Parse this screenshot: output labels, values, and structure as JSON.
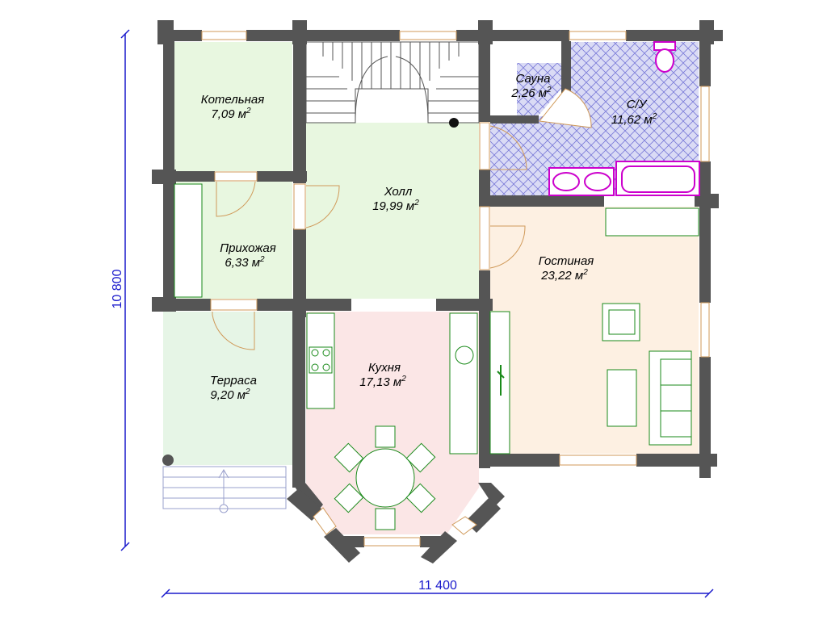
{
  "rooms": {
    "boiler": {
      "name": "Котельная",
      "area": "7,09 м"
    },
    "hall": {
      "name": "Холл",
      "area": "19,99 м"
    },
    "sauna": {
      "name": "Сауна",
      "area": "2,26 м"
    },
    "bathroom": {
      "name": "С/У",
      "area": "11,62 м"
    },
    "entrance": {
      "name": "Прихожая",
      "area": "6,33 м"
    },
    "living": {
      "name": "Гостиная",
      "area": "23,22 м"
    },
    "terrace": {
      "name": "Терраса",
      "area": "9,20 м"
    },
    "kitchen": {
      "name": "Кухня",
      "area": "17,13 м"
    }
  },
  "area_exponent": "2",
  "dimensions": {
    "width": "11 400",
    "height": "10 800"
  },
  "colors": {
    "wall": "#555555",
    "boiler_fill": "#e8f7e0",
    "hall_fill": "#e8f7e0",
    "terrace_fill": "#e6f5e6",
    "kitchen_fill": "#fbe6e6",
    "living_fill": "#fdf0e2",
    "tile_fill": "#dadbf5",
    "tile_line": "#7a7ad8",
    "furniture_line": "#1a8a1a",
    "plumbing_line": "#cc00cc",
    "dimension_line": "#1a1acc",
    "door_line": "#d09a5a"
  }
}
